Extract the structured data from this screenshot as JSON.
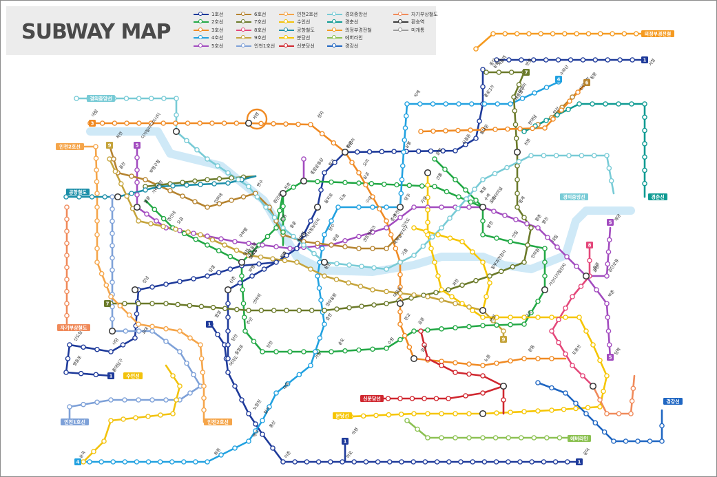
{
  "title": "SUBWAY MAP",
  "legend": [
    {
      "label": "1호선",
      "color": "#1e3a9a",
      "icon": "line-with-station"
    },
    {
      "label": "2호선",
      "color": "#22a845",
      "icon": "line-with-station"
    },
    {
      "label": "3호선",
      "color": "#f08a23",
      "icon": "line-with-station"
    },
    {
      "label": "4호선",
      "color": "#21a1e0",
      "icon": "line-with-station"
    },
    {
      "label": "5호선",
      "color": "#a24bbf",
      "icon": "line-with-station"
    },
    {
      "label": "6호선",
      "color": "#b5832f",
      "icon": "line-with-station"
    },
    {
      "label": "7호선",
      "color": "#6b7a2a",
      "icon": "line-with-station"
    },
    {
      "label": "8호선",
      "color": "#e4477a",
      "icon": "line-with-station"
    },
    {
      "label": "9호선",
      "color": "#c5a43c",
      "icon": "line-with-station"
    },
    {
      "label": "인천1호선",
      "color": "#7ea1d8",
      "icon": "line-with-station"
    },
    {
      "label": "인천2호선",
      "color": "#f5a54a",
      "icon": "line-with-station"
    },
    {
      "label": "수인선",
      "color": "#f2c20c",
      "icon": "line-with-station"
    },
    {
      "label": "공항철도",
      "color": "#1b8ea8",
      "icon": "line-with-station"
    },
    {
      "label": "분당선",
      "color": "#f6c500",
      "icon": "line-with-station"
    },
    {
      "label": "신분당선",
      "color": "#d0272f",
      "icon": "line-with-station"
    },
    {
      "label": "경의중앙선",
      "color": "#78cbd6",
      "icon": "line-with-station"
    },
    {
      "label": "경춘선",
      "color": "#0e9a92",
      "icon": "line-with-station"
    },
    {
      "label": "의정부경전철",
      "color": "#f59a20",
      "icon": "line-with-station"
    },
    {
      "label": "에버라인",
      "color": "#8cc152",
      "icon": "line-with-station"
    },
    {
      "label": "경강선",
      "color": "#1f66c2",
      "icon": "line-with-station"
    },
    {
      "label": "자기부상철도",
      "color": "#f08a5a",
      "icon": "line-with-station"
    },
    {
      "label": "환승역",
      "color": "#3a3a3a",
      "icon": "transfer-station"
    },
    {
      "label": "미개통",
      "color": "#9a9a9a",
      "icon": "line-with-station"
    }
  ],
  "badges": [
    {
      "text": "1",
      "color": "#1e3a9a"
    },
    {
      "text": "1",
      "color": "#1e3a9a"
    },
    {
      "text": "1",
      "color": "#1e3a9a"
    },
    {
      "text": "1",
      "color": "#1e3a9a"
    },
    {
      "text": "1",
      "color": "#1e3a9a"
    },
    {
      "text": "3",
      "color": "#f08a23"
    },
    {
      "text": "4",
      "color": "#21a1e0"
    },
    {
      "text": "4",
      "color": "#21a1e0"
    },
    {
      "text": "5",
      "color": "#a24bbf"
    },
    {
      "text": "5",
      "color": "#a24bbf"
    },
    {
      "text": "5",
      "color": "#a24bbf"
    },
    {
      "text": "6",
      "color": "#b5832f"
    },
    {
      "text": "6",
      "color": "#b5832f"
    },
    {
      "text": "7",
      "color": "#6b7a2a"
    },
    {
      "text": "7",
      "color": "#6b7a2a"
    },
    {
      "text": "8",
      "color": "#e4477a"
    },
    {
      "text": "9",
      "color": "#c5a43c"
    },
    {
      "text": "9",
      "color": "#c5a43c"
    },
    {
      "text": "의정부경전철",
      "color": "#f59a20"
    },
    {
      "text": "경의중앙선",
      "color": "#78cbd6"
    },
    {
      "text": "인천2호선",
      "color": "#f5a54a"
    },
    {
      "text": "공항철도",
      "color": "#1b8ea8"
    },
    {
      "text": "경의중앙선",
      "color": "#78cbd6"
    },
    {
      "text": "경춘선",
      "color": "#0e9a92"
    },
    {
      "text": "자기부상철도",
      "color": "#f08a5a"
    },
    {
      "text": "인천2호선",
      "color": "#f5a54a"
    },
    {
      "text": "인천1호선",
      "color": "#7ea1d8"
    },
    {
      "text": "수인선",
      "color": "#f2c20c"
    },
    {
      "text": "신분당선",
      "color": "#d0272f"
    },
    {
      "text": "분당선",
      "color": "#f6c500"
    },
    {
      "text": "에버라인",
      "color": "#8cc152"
    },
    {
      "text": "경강선",
      "color": "#1f66c2"
    }
  ],
  "station_labels": [
    "서울역",
    "시청",
    "종각",
    "종로3가",
    "동대문",
    "신설동",
    "청량리",
    "회기",
    "을지로",
    "왕십리",
    "성수",
    "건대입구",
    "잠실",
    "강남",
    "교대",
    "사당",
    "신도림",
    "영등포",
    "홍대입구",
    "합정",
    "당산",
    "여의도",
    "노량진",
    "용산",
    "이촌",
    "공덕",
    "충정로",
    "신촌",
    "이대",
    "아현",
    "마포",
    "김포공항",
    "부평",
    "주안",
    "인천",
    "송도",
    "수원",
    "금정",
    "안양",
    "구로",
    "가산디지털단지",
    "대림",
    "신림",
    "봉천",
    "고속터미널",
    "선릉",
    "삼성",
    "종합운동장",
    "천호",
    "강동",
    "상일동",
    "마천",
    "오금",
    "가락시장",
    "문정",
    "복정",
    "모란",
    "야탑",
    "서현",
    "정자",
    "미금",
    "오리",
    "죽전",
    "기흥",
    "판교",
    "광교",
    "노원",
    "창동",
    "도봉산",
    "수락산",
    "태릉입구",
    "석계",
    "상봉",
    "망우",
    "구리",
    "도농",
    "양수",
    "용문",
    "춘천",
    "가평",
    "대화",
    "일산",
    "백석",
    "화정",
    "능곡",
    "디지털미디어시티",
    "불광",
    "연신내",
    "구파발",
    "독바위",
    "응암",
    "증산",
    "가좌",
    "수색",
    "행신",
    "운정",
    "검단오류",
    "계양",
    "귤현",
    "박촌",
    "임학",
    "작전",
    "갈산",
    "부평구청",
    "인하대",
    "연수",
    "원인재",
    "동춘",
    "지식정보단지",
    "센트럴파크",
    "국제업무지구",
    "오이도",
    "정왕",
    "신길온천",
    "안산",
    "한대앞",
    "상록수",
    "반월",
    "대야미",
    "산본",
    "범계",
    "평촌",
    "인덕원",
    "정부과천청사",
    "과천",
    "대공원",
    "경마공원",
    "선바위"
  ]
}
